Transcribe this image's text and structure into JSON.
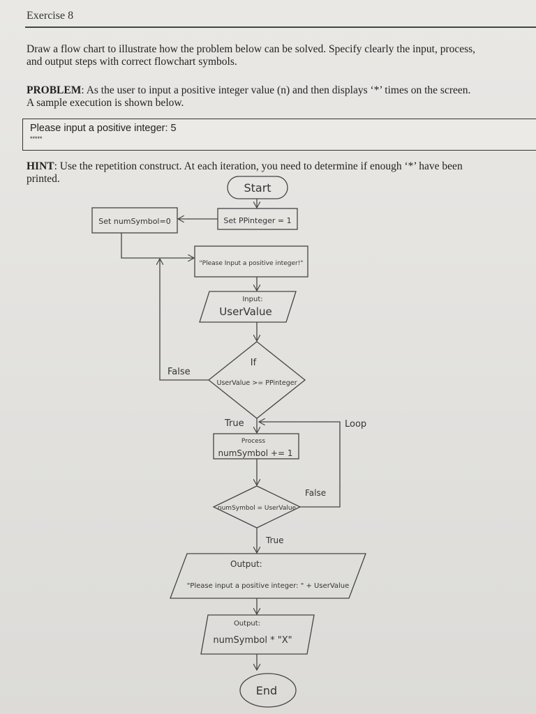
{
  "exercise": {
    "title": "Exercise 8",
    "instructions_line1": "Draw a flow chart to illustrate how the problem below can be solved. Specify clearly the input, process,",
    "instructions_line2": "and output steps with correct flowchart symbols."
  },
  "problem": {
    "label": "PROBLEM",
    "text_line1": ": As the user to input a positive integer value (n) and then displays ‘*’ times on the screen.",
    "text_line2": "A sample execution is shown below."
  },
  "sample": {
    "prompt": "Please input a positive integer: 5",
    "output": "*****"
  },
  "hint": {
    "label": "HINT",
    "text_line1": ": Use the repetition construct. At each iteration, you need to determine if enough ‘*’ have been",
    "text_line2": "printed."
  },
  "flowchart": {
    "start": "Start",
    "init_pos": "Set PPinteger = 1",
    "init_num": "Set numSymbol=0",
    "prompt_out": "\"Please Input a positive integer!\"",
    "input_label": "Input:",
    "input_var": "UserValue",
    "decision1_if": "If",
    "decision1_cond": "UserValue >= PPinteger",
    "false1": "False",
    "true1": "True",
    "loop": "Loop",
    "process_label": "Process",
    "process_stmt": "numSymbol += 1",
    "decision2_cond": "numSymbol = UserValue",
    "false2": "False",
    "true2": "True",
    "output1_label": "Output:",
    "output1_text": "\"Please input a positive integer: \" + UserValue",
    "output2_label": "Output:",
    "output2_text": "numSymbol * \"X\"",
    "end": "End"
  }
}
